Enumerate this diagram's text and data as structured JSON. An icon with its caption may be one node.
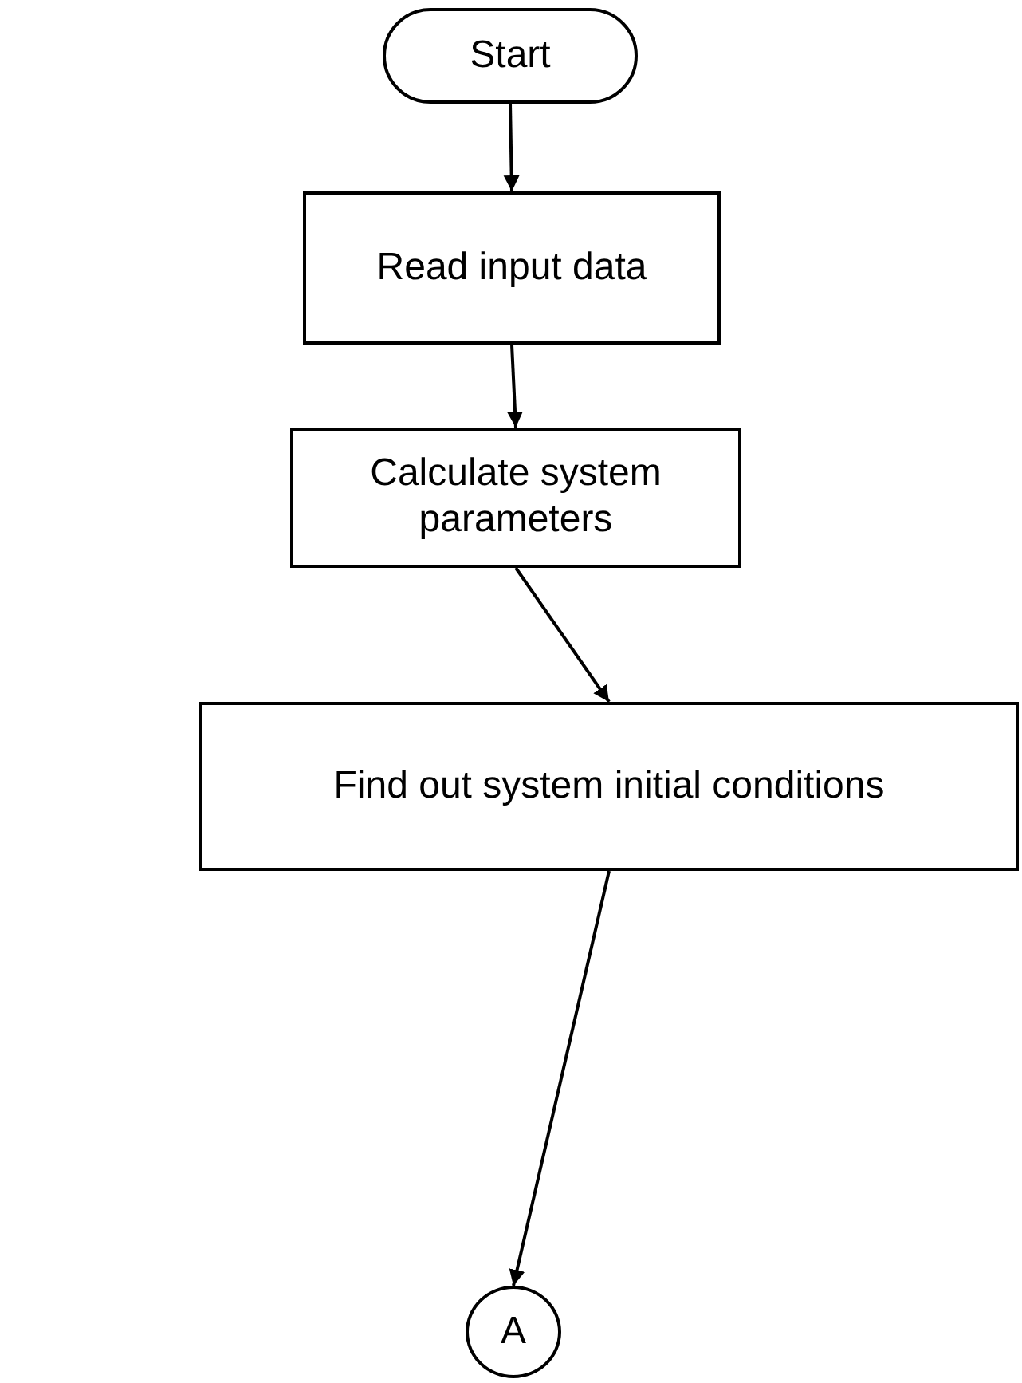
{
  "diagram": {
    "nodes": [
      {
        "text": [
          "Start"
        ]
      },
      {
        "text": [
          "Read input data"
        ]
      },
      {
        "text": [
          "Calculate system parameters"
        ]
      },
      {
        "text": [
          "Find out system initial conditions"
        ]
      },
      {
        "text": [
          "A"
        ]
      }
    ],
    "edges": [
      {
        "from": 0,
        "to": 1,
        "arrow": "to"
      },
      {
        "from": 1,
        "to": 2,
        "arrow": "to"
      },
      {
        "from": 2,
        "to": 3,
        "arrow": "to"
      },
      {
        "from": 3,
        "to": 4,
        "arrow": "to"
      }
    ]
  }
}
